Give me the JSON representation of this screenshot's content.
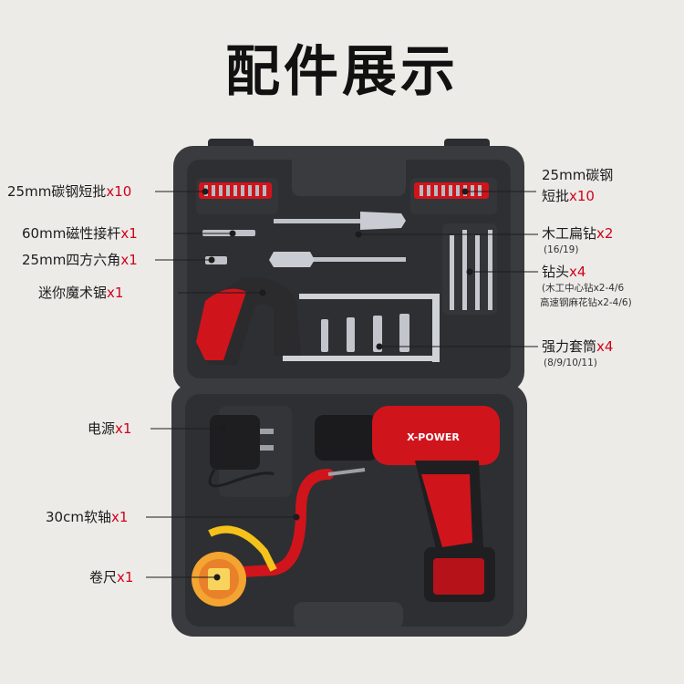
{
  "title": "配件展示",
  "colors": {
    "background": "#ecebe8",
    "case": "#3a3b3e",
    "case_inner": "#2a2b2e",
    "tool_red": "#d0141c",
    "label_accent": "#d0021b"
  },
  "brand_mark": "X-POWER",
  "labels": {
    "bits_left": {
      "text": "25mm碳钢短批",
      "qty": "x10"
    },
    "magnetic_rod": {
      "text": "60mm磁性接杆",
      "qty": "x1"
    },
    "hex_adapter": {
      "text": "25mm四方六角",
      "qty": "x1"
    },
    "mini_saw": {
      "text": "迷你魔术锯",
      "qty": "x1"
    },
    "bits_right": {
      "line1": "25mm碳钢",
      "line2": "短批",
      "qty": "x10"
    },
    "spade_bit": {
      "text": "木工扁钻",
      "qty": "x2",
      "sub": "(16/19)"
    },
    "drill_bits": {
      "text": "钻头",
      "qty": "x4",
      "sub1": "(木工中心钻x2-4/6",
      "sub2": "高速钢麻花钻x2-4/6)"
    },
    "socket": {
      "text": "强力套筒",
      "qty": "x4",
      "sub": "(8/9/10/11)"
    },
    "power": {
      "text": "电源",
      "qty": "x1"
    },
    "flex_shaft": {
      "text": "30cm软轴",
      "qty": "x1"
    },
    "tape": {
      "text": "卷尺",
      "qty": "x1"
    }
  }
}
